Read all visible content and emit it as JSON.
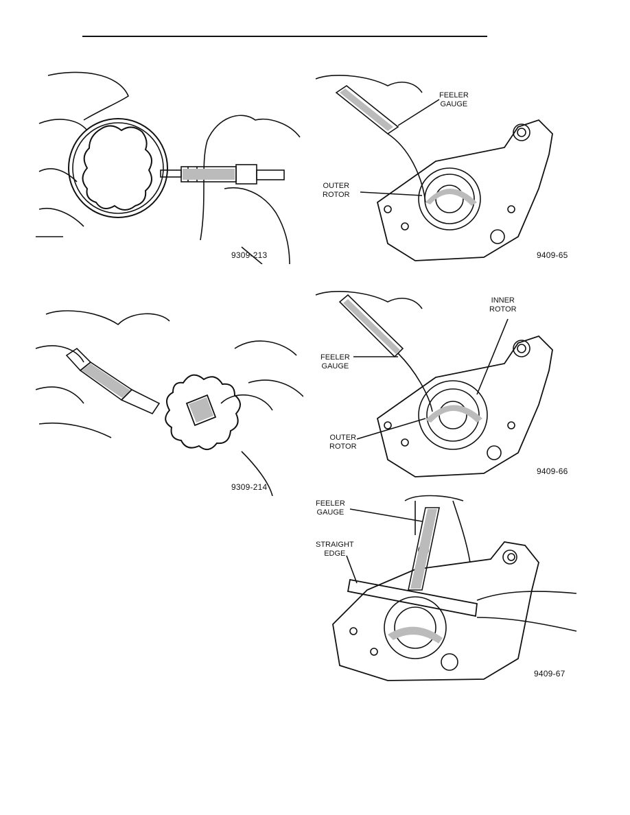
{
  "figures": [
    {
      "id": "9309-213",
      "label": "9309-213"
    },
    {
      "id": "9309-214",
      "label": "9309-214"
    },
    {
      "id": "9409-65",
      "label": "9409-65",
      "callouts": [
        "FEELER\nGAUGE",
        "OUTER\nROTOR"
      ]
    },
    {
      "id": "9409-66",
      "label": "9409-66",
      "callouts": [
        "INNER\nROTOR",
        "FEELER\nGAUGE",
        "OUTER\nROTOR"
      ]
    },
    {
      "id": "9409-67",
      "label": "9409-67",
      "callouts": [
        "FEELER\nGAUGE",
        "STRAIGHT\nEDGE"
      ]
    }
  ]
}
